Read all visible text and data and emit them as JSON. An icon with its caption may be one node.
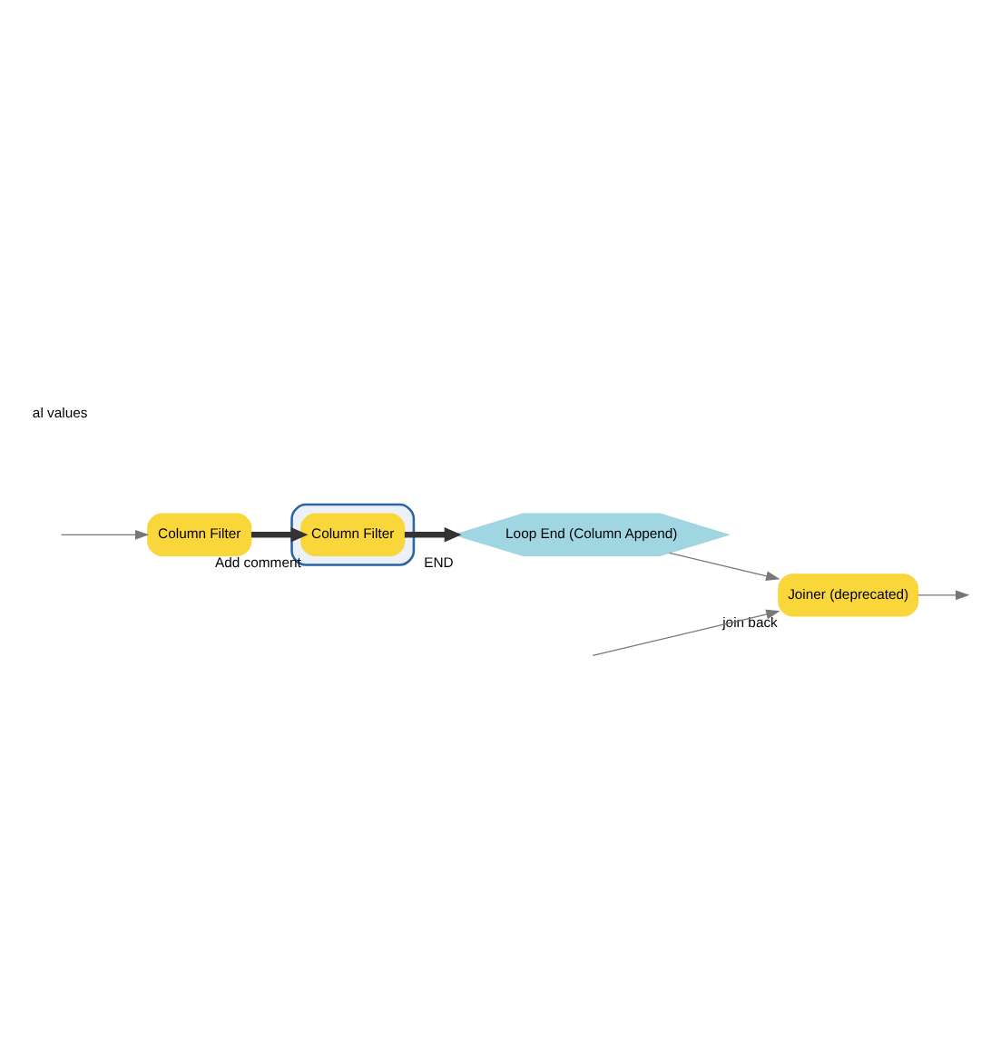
{
  "diagram": {
    "nodes": [
      {
        "text": [
          "Joiner (deprecated)"
        ],
        "beside": [
          "join back"
        ]
      },
      {
        "text": [
          "Loop End (Column Append)"
        ],
        "beside": [
          "END"
        ]
      },
      {
        "text": [
          "Column Filter"
        ]
      },
      {
        "text": [],
        "shape": "box"
      },
      {
        "text": [
          "Column Filter"
        ],
        "in": 3,
        "beside": [
          "Add comment"
        ]
      }
    ],
    "edges": [
      {
        "from": null,
        "to": 0,
        "arrow": "to"
      },
      {
        "from": 1,
        "to": 0,
        "arrow": "to"
      },
      {
        "from": 0,
        "to": null,
        "arrow": "to"
      },
      {
        "from": null,
        "to": 2,
        "arrow": "to"
      },
      {
        "from": 2,
        "to": 4,
        "arrow": "to",
        "style": "thick",
        "color": "#333333"
      },
      {
        "from": 4,
        "to": 1,
        "arrow": "to",
        "style": "thick",
        "color": "#333333"
      }
    ],
    "labels": [
      "al values"
    ]
  }
}
